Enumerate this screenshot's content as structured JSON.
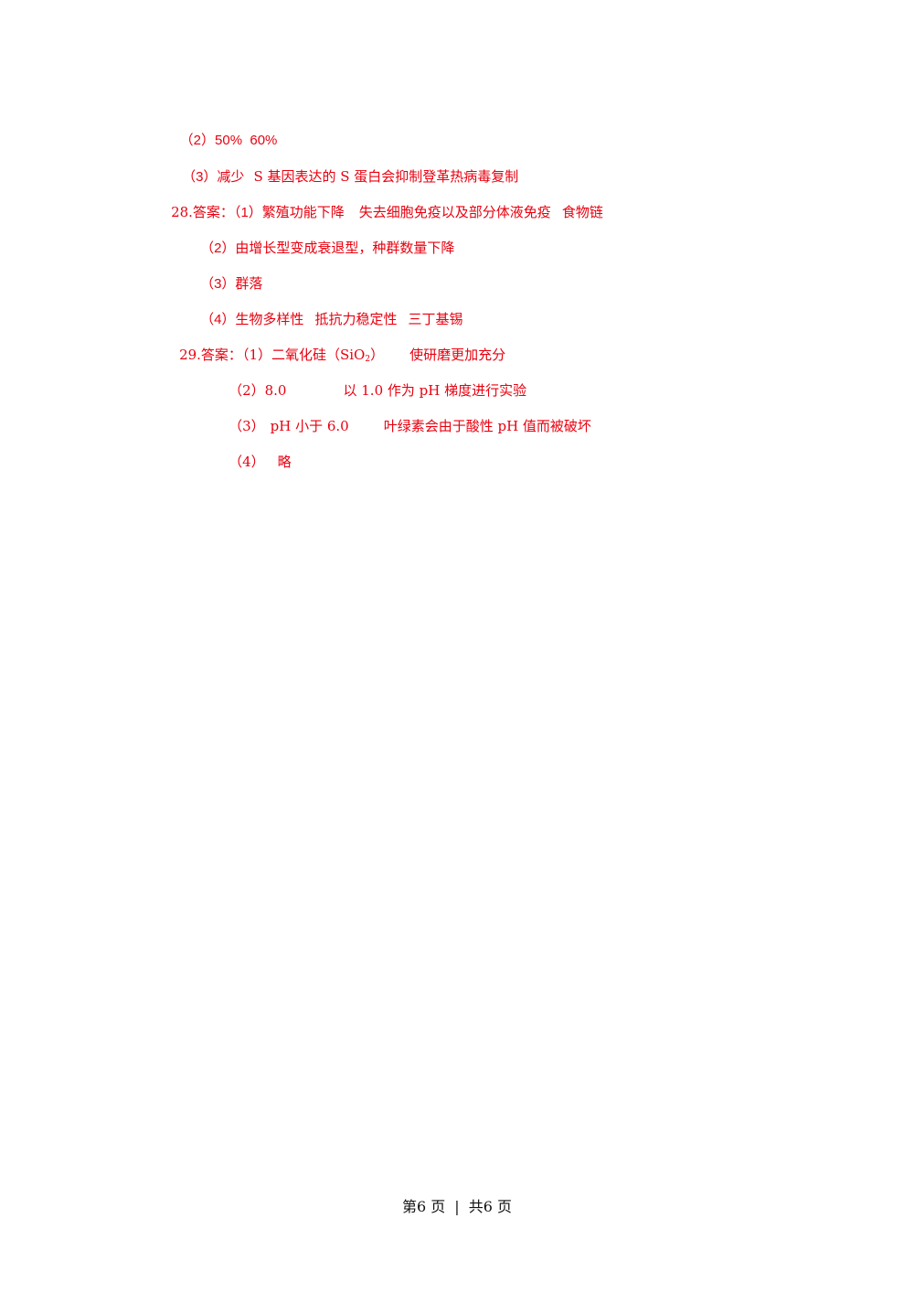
{
  "answers": {
    "q27": {
      "p2": {
        "num": "（2）",
        "text": "50%  60%"
      },
      "p3": {
        "num": "（3）",
        "a": "减少",
        "b": "S 基因表达的 S 蛋白会抑制登革热病毒复制"
      }
    },
    "q28": {
      "label": "28.答案：",
      "p1": {
        "num": "（1）",
        "a": "繁殖功能下降",
        "b": "失去细胞免疫以及部分体液免疫",
        "c": "食物链"
      },
      "p2": {
        "num": "（2）",
        "text": "由增长型变成衰退型，种群数量下降"
      },
      "p3": {
        "num": "（3）",
        "text": "群落"
      },
      "p4": {
        "num": "（4）",
        "a": "生物多样性",
        "b": "抵抗力稳定性",
        "c": "三丁基锡"
      }
    },
    "q29": {
      "label": "29.答案：",
      "p1": {
        "num": "（1）",
        "a_pre": "二氧化硅（SiO",
        "a_sub": "2",
        "a_post": "）",
        "b": "使研磨更加充分"
      },
      "p2": {
        "num": "（2）",
        "a": "8.0",
        "b": "以 1.0 作为 pH 梯度进行实验"
      },
      "p3": {
        "num": "（3）",
        "a": "pH 小于 6.0",
        "b": "叶绿素会由于酸性 pH 值而被破坏"
      },
      "p4": {
        "num": "（4）",
        "a": "略"
      }
    }
  },
  "footer": {
    "current": "第6 页",
    "separator": "|",
    "total": "共6 页"
  },
  "colors": {
    "answer_text": "#e8000f",
    "footer_text": "#111111",
    "background": "#ffffff"
  }
}
